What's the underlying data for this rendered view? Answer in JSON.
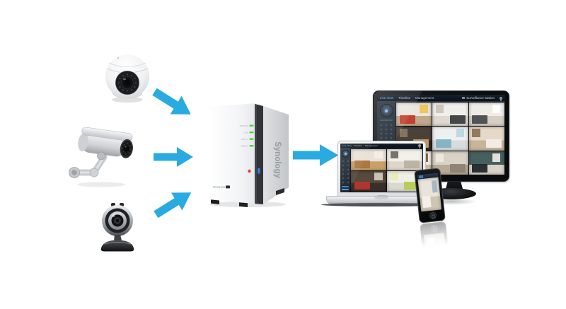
{
  "colors": {
    "arrow": "#29abe2",
    "led_green": "#46d53c",
    "power_led": "#2f80f2",
    "status_dot": "#ee3a21",
    "ui_sidebar": "#27313d",
    "ui_topbar_active": "#55bff5"
  },
  "camera_types": [
    "dome-camera",
    "bullet-camera",
    "webcam"
  ],
  "nas": {
    "brand": "Synology",
    "model": "DS214se",
    "led_labels": [
      "STATUS",
      "LAN",
      "DISK 1",
      "DISK 2"
    ]
  },
  "surveillance_ui": {
    "menu": [
      "Live View",
      "Timeline",
      "Management"
    ],
    "app_title": "Surveillance Station",
    "monitor_feeds": [
      {
        "name": "living-room-red-sofa",
        "wall": "#eae6df",
        "floor": "#bfa98c",
        "accent": "#c23b2a",
        "accent2": "#f0c24a"
      },
      {
        "name": "white-studio",
        "wall": "#f1efeb",
        "floor": "#ded9d2",
        "accent": "#3c3f41",
        "accent2": "#c9c2b8"
      },
      {
        "name": "office-desk",
        "wall": "#efece7",
        "floor": "#d6cfc4",
        "accent": "#4a4d50",
        "accent2": "#ffffff"
      },
      {
        "name": "dark-lounge-shelves",
        "wall": "#4a4139",
        "floor": "#2f2a25",
        "accent": "#c8a06a",
        "accent2": "#8a7a64"
      },
      {
        "name": "white-room-blue-accents",
        "wall": "#eef0ef",
        "floor": "#d8dcdb",
        "accent": "#7fb2c6",
        "accent2": "#b9d6e0"
      },
      {
        "name": "kids-room-shelving",
        "wall": "#e5d9c8",
        "floor": "#c9b49a",
        "accent": "#f3efe9",
        "accent2": "#8a6f52"
      },
      {
        "name": "wood-cabinet-room",
        "wall": "#efe9e1",
        "floor": "#cdb89a",
        "accent": "#a97946",
        "accent2": "#7a5a33"
      },
      {
        "name": "lounge",
        "wall": "#d9d2c6",
        "floor": "#b7ab97",
        "accent": "#8c8274",
        "accent2": "#efe9df"
      },
      {
        "name": "bedroom-wall-tv",
        "wall": "#46605f",
        "floor": "#d9d2c6",
        "accent": "#20262a",
        "accent2": "#f2efe8"
      }
    ],
    "laptop_feeds": [
      {
        "name": "kitchen-wood",
        "wall": "#e8e2d8",
        "floor": "#caa06a",
        "accent": "#a9763f",
        "accent2": "#f4f1ea"
      },
      {
        "name": "kitchen-white",
        "wall": "#f2f0ea",
        "floor": "#dcd6cb",
        "accent": "#b9b1a2",
        "accent2": "#6b655c"
      },
      {
        "name": "lounge-red-sofa",
        "wall": "#57493d",
        "floor": "#39302a",
        "accent": "#b5372c",
        "accent2": "#d8cfc2"
      },
      {
        "name": "bedroom-green",
        "wall": "#f0efe8",
        "floor": "#d9d9ce",
        "accent": "#b5cc4e",
        "accent2": "#e4ecb4"
      }
    ],
    "phone_feeds": [
      {
        "name": "bedroom-white",
        "wall": "#e9e3d9",
        "floor": "#cfc5b4",
        "accent": "#f5f2ea",
        "accent2": "#9db3c0"
      }
    ]
  }
}
